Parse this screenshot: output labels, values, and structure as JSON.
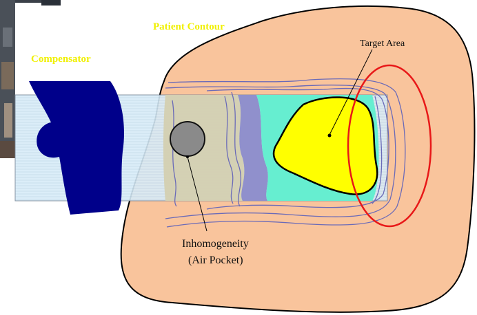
{
  "labels": {
    "patient_contour": "Patient Contour",
    "compensator": "Compensator",
    "target_area": "Target Area",
    "inhomogeneity_line1": "Inhomogeneity",
    "inhomogeneity_line2": "(Air Pocket)"
  },
  "colors": {
    "patient_body": "#f9c49c",
    "compensator": "#00008a",
    "beam": "#d8ecf8",
    "target": "#ffff00",
    "target_outline": "#000000",
    "high_dose_region": "#66eed0",
    "shield_band": "#9090cc",
    "isodose_lines": "#6a6ab8",
    "air_pocket": "#8a8a8a",
    "highlight_ellipse": "#e81818",
    "label_yellow": "#f0f000",
    "background": "#ffffff"
  }
}
